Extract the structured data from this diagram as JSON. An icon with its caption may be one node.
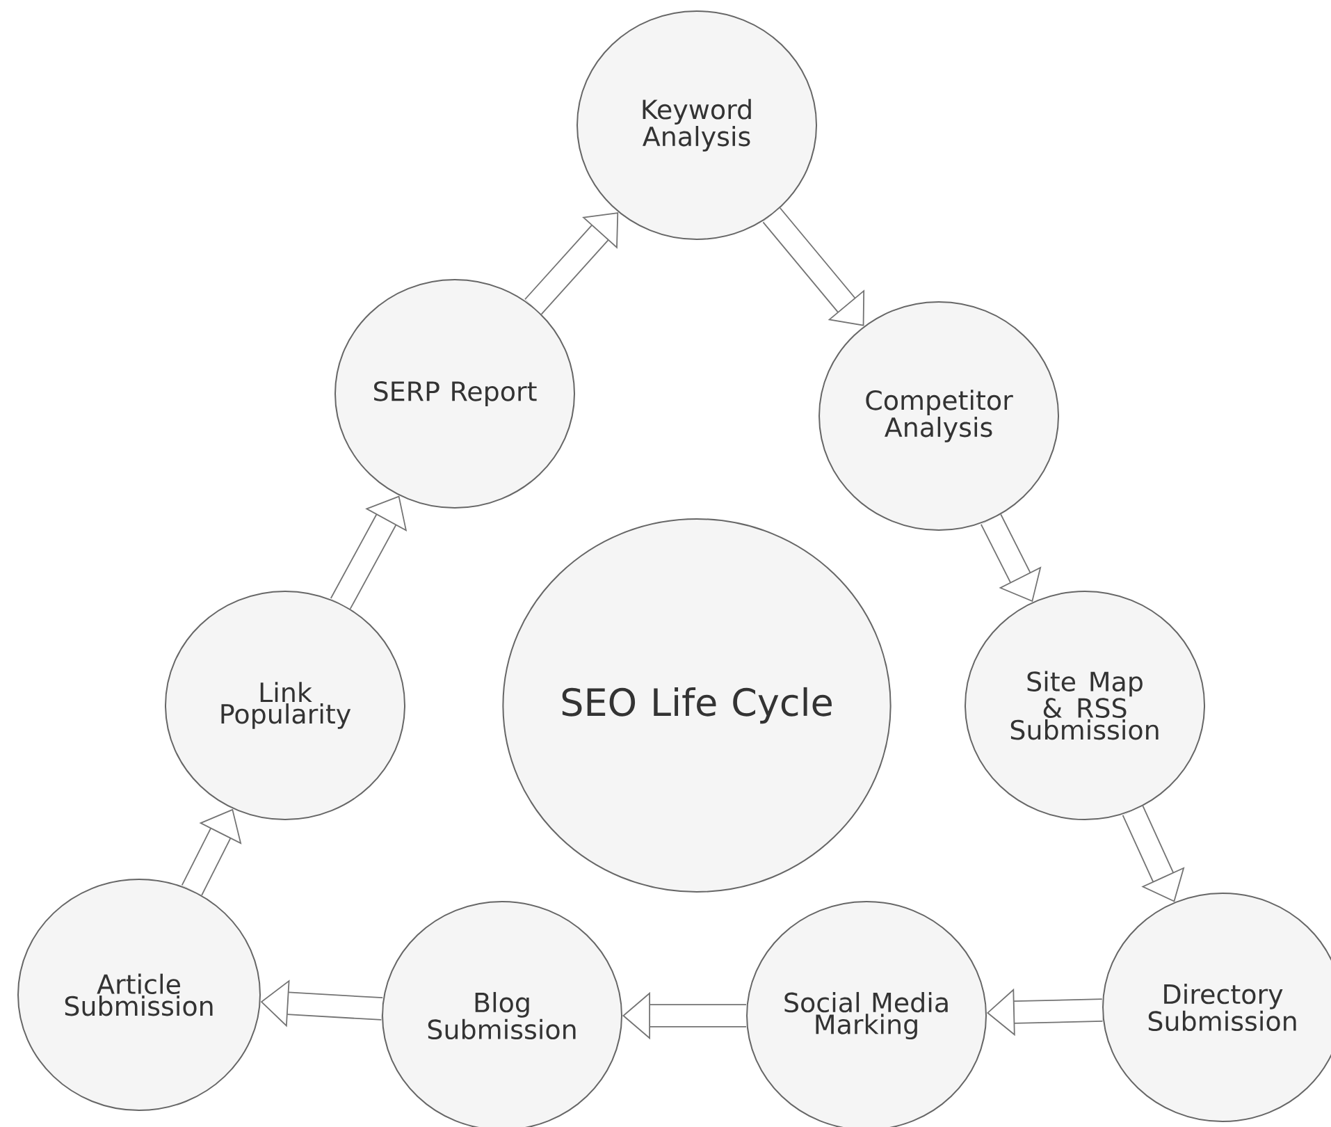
{
  "diagram": {
    "nodes": [
      {
        "text": [
          "Keyword Analysis"
        ]
      },
      {
        "text": [
          "Competitor Analysis"
        ]
      },
      {
        "text": [
          "Site Map & RSS Submission"
        ]
      },
      {
        "text": [
          "Directory Submission"
        ]
      },
      {
        "text": [
          "Social Media Marking"
        ]
      },
      {
        "text": [
          "Blog Submission"
        ]
      },
      {
        "text": [
          "Article Submission"
        ]
      },
      {
        "text": [
          "Link Popularity"
        ]
      },
      {
        "text": [
          "SERP Report"
        ]
      },
      {
        "text": [
          "SEO Life Cycle"
        ]
      }
    ],
    "edges": [
      {
        "from": 0,
        "to": 1,
        "arrow": "to"
      },
      {
        "from": 1,
        "to": 2,
        "arrow": "to"
      },
      {
        "from": 2,
        "to": 3,
        "arrow": "to"
      },
      {
        "from": 3,
        "to": 4,
        "arrow": "to"
      },
      {
        "from": 4,
        "to": 5,
        "arrow": "to"
      },
      {
        "from": 5,
        "to": 6,
        "arrow": "to"
      },
      {
        "from": 6,
        "to": 7,
        "arrow": "to"
      },
      {
        "from": 7,
        "to": 8,
        "arrow": "to"
      },
      {
        "from": 8,
        "to": 0,
        "arrow": "to"
      }
    ]
  }
}
